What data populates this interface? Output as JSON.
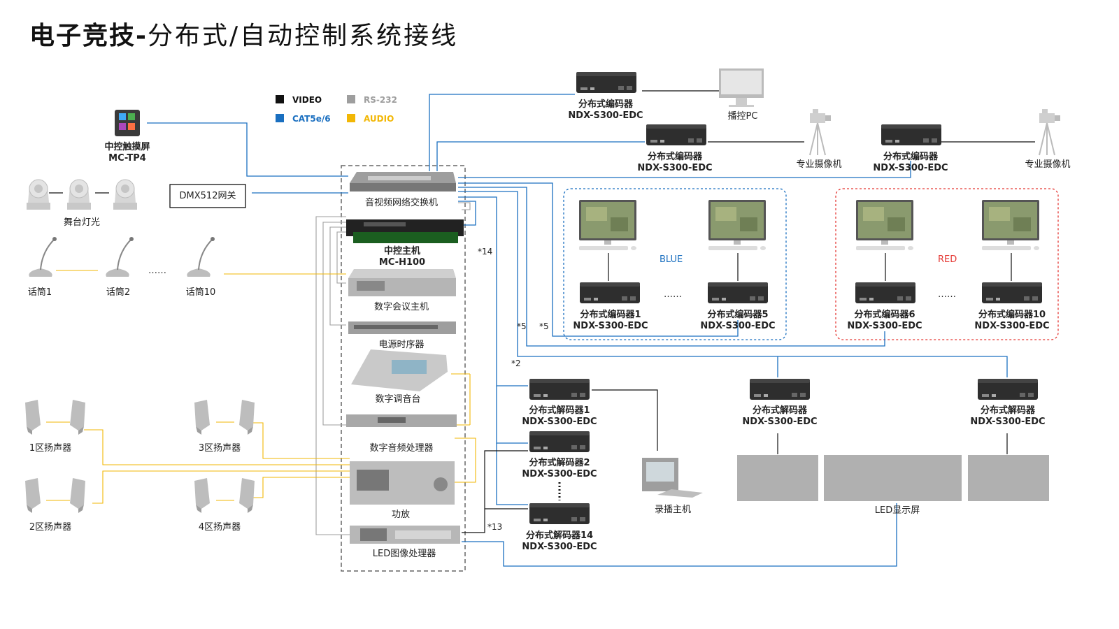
{
  "title": {
    "main": "电子竞技",
    "sep": "-",
    "sub": "分布式/自动控制系统接线"
  },
  "legend": [
    {
      "label": "VIDEO",
      "color": "#111111"
    },
    {
      "label": "RS-232",
      "color": "#9e9e9e"
    },
    {
      "label": "CAT5e/6",
      "color": "#1a6fc0"
    },
    {
      "label": "AUDIO",
      "color": "#f2b705"
    }
  ],
  "colors": {
    "video": "#111111",
    "rs232": "#9e9e9e",
    "cat": "#1a6fc0",
    "audio": "#f2b705",
    "blue_zone": "#1a6fc0",
    "red_zone": "#e53935"
  },
  "devices": {
    "touch_panel": {
      "name": "中控触摸屏",
      "model": "MC-TP4"
    },
    "stage_light": "舞台灯光",
    "dmx": "DMX512网关",
    "mics": [
      "话筒1",
      "话筒2",
      "……",
      "话筒10"
    ],
    "switch": "音视频网络交换机",
    "host": {
      "name": "中控主机",
      "model": "MC-H100"
    },
    "conference": "数字会议主机",
    "sequencer": "电源时序器",
    "mixer": "数字调音台",
    "dsp": "数字音频处理器",
    "amp": "功放",
    "led_proc": "LED图像处理器",
    "speakers": [
      "1区扬声器",
      "3区扬声器",
      "2区扬声器",
      "4区扬声器"
    ],
    "enc_top": {
      "name": "分布式编码器",
      "model": "NDX-S300-EDC"
    },
    "pc": "播控PC",
    "enc_a": {
      "name": "分布式编码器",
      "model": "NDX-S300-EDC"
    },
    "enc_b": {
      "name": "分布式编码器",
      "model": "NDX-S300-EDC"
    },
    "camera": "专业摄像机",
    "zone_blue": "BLUE",
    "zone_red": "RED",
    "enc1": {
      "name": "分布式编码器1",
      "model": "NDX-S300-EDC"
    },
    "enc5": {
      "name": "分布式编码器5",
      "model": "NDX-S300-EDC"
    },
    "enc6": {
      "name": "分布式编码器6",
      "model": "NDX-S300-EDC"
    },
    "enc10": {
      "name": "分布式编码器10",
      "model": "NDX-S300-EDC"
    },
    "dots": "……",
    "dec1": {
      "name": "分布式解码器1",
      "model": "NDX-S300-EDC"
    },
    "dec2": {
      "name": "分布式解码器2",
      "model": "NDX-S300-EDC"
    },
    "dec14": {
      "name": "分布式解码器14",
      "model": "NDX-S300-EDC"
    },
    "dec_a": {
      "name": "分布式解码器",
      "model": "NDX-S300-EDC"
    },
    "dec_b": {
      "name": "分布式解码器",
      "model": "NDX-S300-EDC"
    },
    "recorder": "录播主机",
    "led_screen": "LED显示屏"
  },
  "notes": [
    "*14",
    "*5",
    "*5",
    "*2",
    "*13"
  ]
}
